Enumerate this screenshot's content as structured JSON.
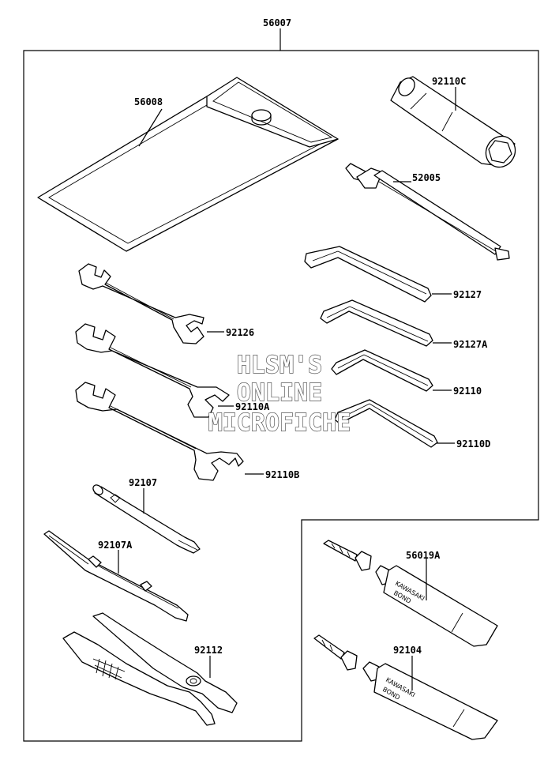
{
  "parts": {
    "kit": "56007",
    "bag": "56008",
    "plug_wrench": "92110C",
    "handle": "52005",
    "hex_wrench_1": "92127",
    "hex_wrench_2": "92127A",
    "hex_wrench_3": "92110",
    "hex_wrench_4": "92110D",
    "open_wrench_1": "92126",
    "open_wrench_2": "92110A",
    "open_wrench_3": "92110B",
    "screwdriver_bit": "92107",
    "screwdriver_handle": "92107A",
    "pliers": "92112",
    "bond_1": "56019A",
    "bond_2": "92104"
  },
  "tube_text": {
    "brand": "KAWASAKI",
    "product": "BOND"
  },
  "watermark": {
    "line1": "HLSM'S",
    "line2": "ONLINE",
    "line3": "MICROFICHE"
  }
}
